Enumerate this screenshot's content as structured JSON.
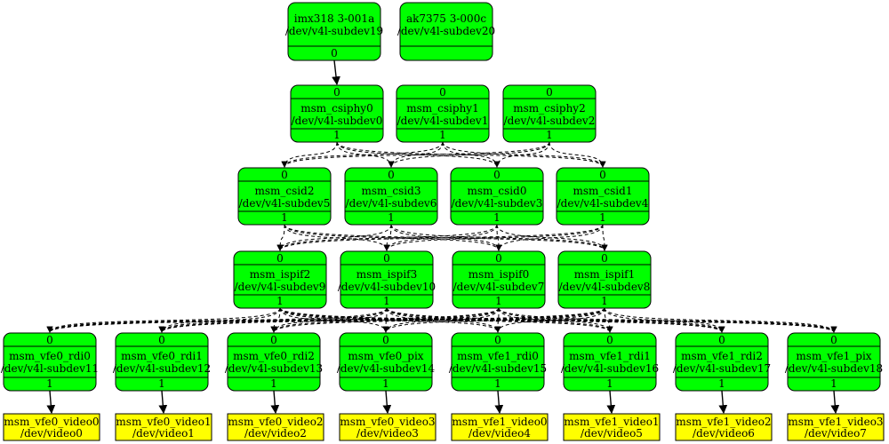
{
  "entities": [
    {
      "id": "imx318",
      "name": "imx318 3-001a",
      "dev": "/dev/v4l-subdev19",
      "pads": [],
      "source_pad": "0"
    },
    {
      "id": "ak7375",
      "name": "ak7375 3-000c",
      "dev": "/dev/v4l-subdev20",
      "pads": [],
      "source_pad": ""
    },
    {
      "id": "csiphy0",
      "name": "msm_csiphy0",
      "dev": "/dev/v4l-subdev0",
      "sink_pad": "0",
      "source_pad": "1"
    },
    {
      "id": "csiphy1",
      "name": "msm_csiphy1",
      "dev": "/dev/v4l-subdev1",
      "sink_pad": "0",
      "source_pad": "1"
    },
    {
      "id": "csiphy2",
      "name": "msm_csiphy2",
      "dev": "/dev/v4l-subdev2",
      "sink_pad": "0",
      "source_pad": "1"
    },
    {
      "id": "csid2",
      "name": "msm_csid2",
      "dev": "/dev/v4l-subdev5",
      "sink_pad": "0",
      "source_pad": "1"
    },
    {
      "id": "csid3",
      "name": "msm_csid3",
      "dev": "/dev/v4l-subdev6",
      "sink_pad": "0",
      "source_pad": "1"
    },
    {
      "id": "csid0",
      "name": "msm_csid0",
      "dev": "/dev/v4l-subdev3",
      "sink_pad": "0",
      "source_pad": "1"
    },
    {
      "id": "csid1",
      "name": "msm_csid1",
      "dev": "/dev/v4l-subdev4",
      "sink_pad": "0",
      "source_pad": "1"
    },
    {
      "id": "ispif2",
      "name": "msm_ispif2",
      "dev": "/dev/v4l-subdev9",
      "sink_pad": "0",
      "source_pad": "1"
    },
    {
      "id": "ispif3",
      "name": "msm_ispif3",
      "dev": "/dev/v4l-subdev10",
      "sink_pad": "0",
      "source_pad": "1"
    },
    {
      "id": "ispif0",
      "name": "msm_ispif0",
      "dev": "/dev/v4l-subdev7",
      "sink_pad": "0",
      "source_pad": "1"
    },
    {
      "id": "ispif1",
      "name": "msm_ispif1",
      "dev": "/dev/v4l-subdev8",
      "sink_pad": "0",
      "source_pad": "1"
    },
    {
      "id": "vfe0_rdi0",
      "name": "msm_vfe0_rdi0",
      "dev": "/dev/v4l-subdev11",
      "sink_pad": "0",
      "source_pad": "1"
    },
    {
      "id": "vfe0_rdi1",
      "name": "msm_vfe0_rdi1",
      "dev": "/dev/v4l-subdev12",
      "sink_pad": "0",
      "source_pad": "1"
    },
    {
      "id": "vfe0_rdi2",
      "name": "msm_vfe0_rdi2",
      "dev": "/dev/v4l-subdev13",
      "sink_pad": "0",
      "source_pad": "1"
    },
    {
      "id": "vfe0_pix",
      "name": "msm_vfe0_pix",
      "dev": "/dev/v4l-subdev14",
      "sink_pad": "0",
      "source_pad": "1"
    },
    {
      "id": "vfe1_rdi0",
      "name": "msm_vfe1_rdi0",
      "dev": "/dev/v4l-subdev15",
      "sink_pad": "0",
      "source_pad": "1"
    },
    {
      "id": "vfe1_rdi1",
      "name": "msm_vfe1_rdi1",
      "dev": "/dev/v4l-subdev16",
      "sink_pad": "0",
      "source_pad": "1"
    },
    {
      "id": "vfe1_rdi2",
      "name": "msm_vfe1_rdi2",
      "dev": "/dev/v4l-subdev17",
      "sink_pad": "0",
      "source_pad": "1"
    },
    {
      "id": "vfe1_pix",
      "name": "msm_vfe1_pix",
      "dev": "/dev/v4l-subdev18",
      "sink_pad": "0",
      "source_pad": "1"
    }
  ],
  "devnodes": [
    {
      "id": "video0",
      "name": "msm_vfe0_video0",
      "dev": "/dev/video0"
    },
    {
      "id": "video1",
      "name": "msm_vfe0_video1",
      "dev": "/dev/video1"
    },
    {
      "id": "video2",
      "name": "msm_vfe0_video2",
      "dev": "/dev/video2"
    },
    {
      "id": "video3",
      "name": "msm_vfe0_video3",
      "dev": "/dev/video3"
    },
    {
      "id": "video4",
      "name": "msm_vfe1_video0",
      "dev": "/dev/video4"
    },
    {
      "id": "video5",
      "name": "msm_vfe1_video1",
      "dev": "/dev/video5"
    },
    {
      "id": "video6",
      "name": "msm_vfe1_video2",
      "dev": "/dev/video6"
    },
    {
      "id": "video7",
      "name": "msm_vfe1_video3",
      "dev": "/dev/video7"
    }
  ],
  "links": [
    {
      "from": "imx318",
      "to": "csiphy0",
      "style": "solid"
    },
    {
      "from": "csiphy0",
      "to": "csid2",
      "style": "dashed"
    },
    {
      "from": "csiphy0",
      "to": "csid3",
      "style": "dashed"
    },
    {
      "from": "csiphy0",
      "to": "csid0",
      "style": "dashed"
    },
    {
      "from": "csiphy0",
      "to": "csid1",
      "style": "dashed"
    },
    {
      "from": "csiphy1",
      "to": "csid2",
      "style": "dashed"
    },
    {
      "from": "csiphy1",
      "to": "csid3",
      "style": "dashed"
    },
    {
      "from": "csiphy1",
      "to": "csid0",
      "style": "dashed"
    },
    {
      "from": "csiphy1",
      "to": "csid1",
      "style": "dashed"
    },
    {
      "from": "csiphy2",
      "to": "csid2",
      "style": "dashed"
    },
    {
      "from": "csiphy2",
      "to": "csid3",
      "style": "dashed"
    },
    {
      "from": "csiphy2",
      "to": "csid0",
      "style": "dashed"
    },
    {
      "from": "csiphy2",
      "to": "csid1",
      "style": "dashed"
    },
    {
      "from": "csid2",
      "to": "ispif2",
      "style": "dashed"
    },
    {
      "from": "csid2",
      "to": "ispif3",
      "style": "dashed"
    },
    {
      "from": "csid2",
      "to": "ispif0",
      "style": "dashed"
    },
    {
      "from": "csid2",
      "to": "ispif1",
      "style": "dashed"
    },
    {
      "from": "csid3",
      "to": "ispif2",
      "style": "dashed"
    },
    {
      "from": "csid3",
      "to": "ispif3",
      "style": "dashed"
    },
    {
      "from": "csid3",
      "to": "ispif0",
      "style": "dashed"
    },
    {
      "from": "csid3",
      "to": "ispif1",
      "style": "dashed"
    },
    {
      "from": "csid0",
      "to": "ispif2",
      "style": "dashed"
    },
    {
      "from": "csid0",
      "to": "ispif3",
      "style": "dashed"
    },
    {
      "from": "csid0",
      "to": "ispif0",
      "style": "dashed"
    },
    {
      "from": "csid0",
      "to": "ispif1",
      "style": "dashed"
    },
    {
      "from": "csid1",
      "to": "ispif2",
      "style": "dashed"
    },
    {
      "from": "csid1",
      "to": "ispif3",
      "style": "dashed"
    },
    {
      "from": "csid1",
      "to": "ispif0",
      "style": "dashed"
    },
    {
      "from": "csid1",
      "to": "ispif1",
      "style": "dashed"
    },
    {
      "from": "ispif2",
      "to": "vfe0_rdi0",
      "style": "dashed"
    },
    {
      "from": "ispif2",
      "to": "vfe0_rdi1",
      "style": "dashed"
    },
    {
      "from": "ispif2",
      "to": "vfe0_rdi2",
      "style": "dashed"
    },
    {
      "from": "ispif2",
      "to": "vfe0_pix",
      "style": "dashed"
    },
    {
      "from": "ispif2",
      "to": "vfe1_rdi0",
      "style": "dashed"
    },
    {
      "from": "ispif2",
      "to": "vfe1_rdi1",
      "style": "dashed"
    },
    {
      "from": "ispif2",
      "to": "vfe1_rdi2",
      "style": "dashed"
    },
    {
      "from": "ispif2",
      "to": "vfe1_pix",
      "style": "dashed"
    },
    {
      "from": "ispif3",
      "to": "vfe0_rdi0",
      "style": "dashed"
    },
    {
      "from": "ispif3",
      "to": "vfe0_rdi1",
      "style": "dashed"
    },
    {
      "from": "ispif3",
      "to": "vfe0_rdi2",
      "style": "dashed"
    },
    {
      "from": "ispif3",
      "to": "vfe0_pix",
      "style": "dashed"
    },
    {
      "from": "ispif3",
      "to": "vfe1_rdi0",
      "style": "dashed"
    },
    {
      "from": "ispif3",
      "to": "vfe1_rdi1",
      "style": "dashed"
    },
    {
      "from": "ispif3",
      "to": "vfe1_rdi2",
      "style": "dashed"
    },
    {
      "from": "ispif3",
      "to": "vfe1_pix",
      "style": "dashed"
    },
    {
      "from": "ispif0",
      "to": "vfe0_rdi0",
      "style": "dashed"
    },
    {
      "from": "ispif0",
      "to": "vfe0_rdi1",
      "style": "dashed"
    },
    {
      "from": "ispif0",
      "to": "vfe0_rdi2",
      "style": "dashed"
    },
    {
      "from": "ispif0",
      "to": "vfe0_pix",
      "style": "dashed"
    },
    {
      "from": "ispif0",
      "to": "vfe1_rdi0",
      "style": "dashed"
    },
    {
      "from": "ispif0",
      "to": "vfe1_rdi1",
      "style": "dashed"
    },
    {
      "from": "ispif0",
      "to": "vfe1_rdi2",
      "style": "dashed"
    },
    {
      "from": "ispif0",
      "to": "vfe1_pix",
      "style": "dashed"
    },
    {
      "from": "ispif1",
      "to": "vfe0_rdi0",
      "style": "dashed"
    },
    {
      "from": "ispif1",
      "to": "vfe0_rdi1",
      "style": "dashed"
    },
    {
      "from": "ispif1",
      "to": "vfe0_rdi2",
      "style": "dashed"
    },
    {
      "from": "ispif1",
      "to": "vfe0_pix",
      "style": "dashed"
    },
    {
      "from": "ispif1",
      "to": "vfe1_rdi0",
      "style": "dashed"
    },
    {
      "from": "ispif1",
      "to": "vfe1_rdi1",
      "style": "dashed"
    },
    {
      "from": "ispif1",
      "to": "vfe1_rdi2",
      "style": "dashed"
    },
    {
      "from": "ispif1",
      "to": "vfe1_pix",
      "style": "dashed"
    },
    {
      "from": "vfe0_rdi0",
      "to": "video0",
      "style": "solid"
    },
    {
      "from": "vfe0_rdi1",
      "to": "video1",
      "style": "solid"
    },
    {
      "from": "vfe0_rdi2",
      "to": "video2",
      "style": "solid"
    },
    {
      "from": "vfe0_pix",
      "to": "video3",
      "style": "solid"
    },
    {
      "from": "vfe1_rdi0",
      "to": "video4",
      "style": "solid"
    },
    {
      "from": "vfe1_rdi1",
      "to": "video5",
      "style": "solid"
    },
    {
      "from": "vfe1_rdi2",
      "to": "video6",
      "style": "solid"
    },
    {
      "from": "vfe1_pix",
      "to": "video7",
      "style": "solid"
    }
  ],
  "colors": {
    "entity_fill": "#00ff00",
    "devnode_fill": "#ffff00",
    "stroke": "#000000"
  }
}
